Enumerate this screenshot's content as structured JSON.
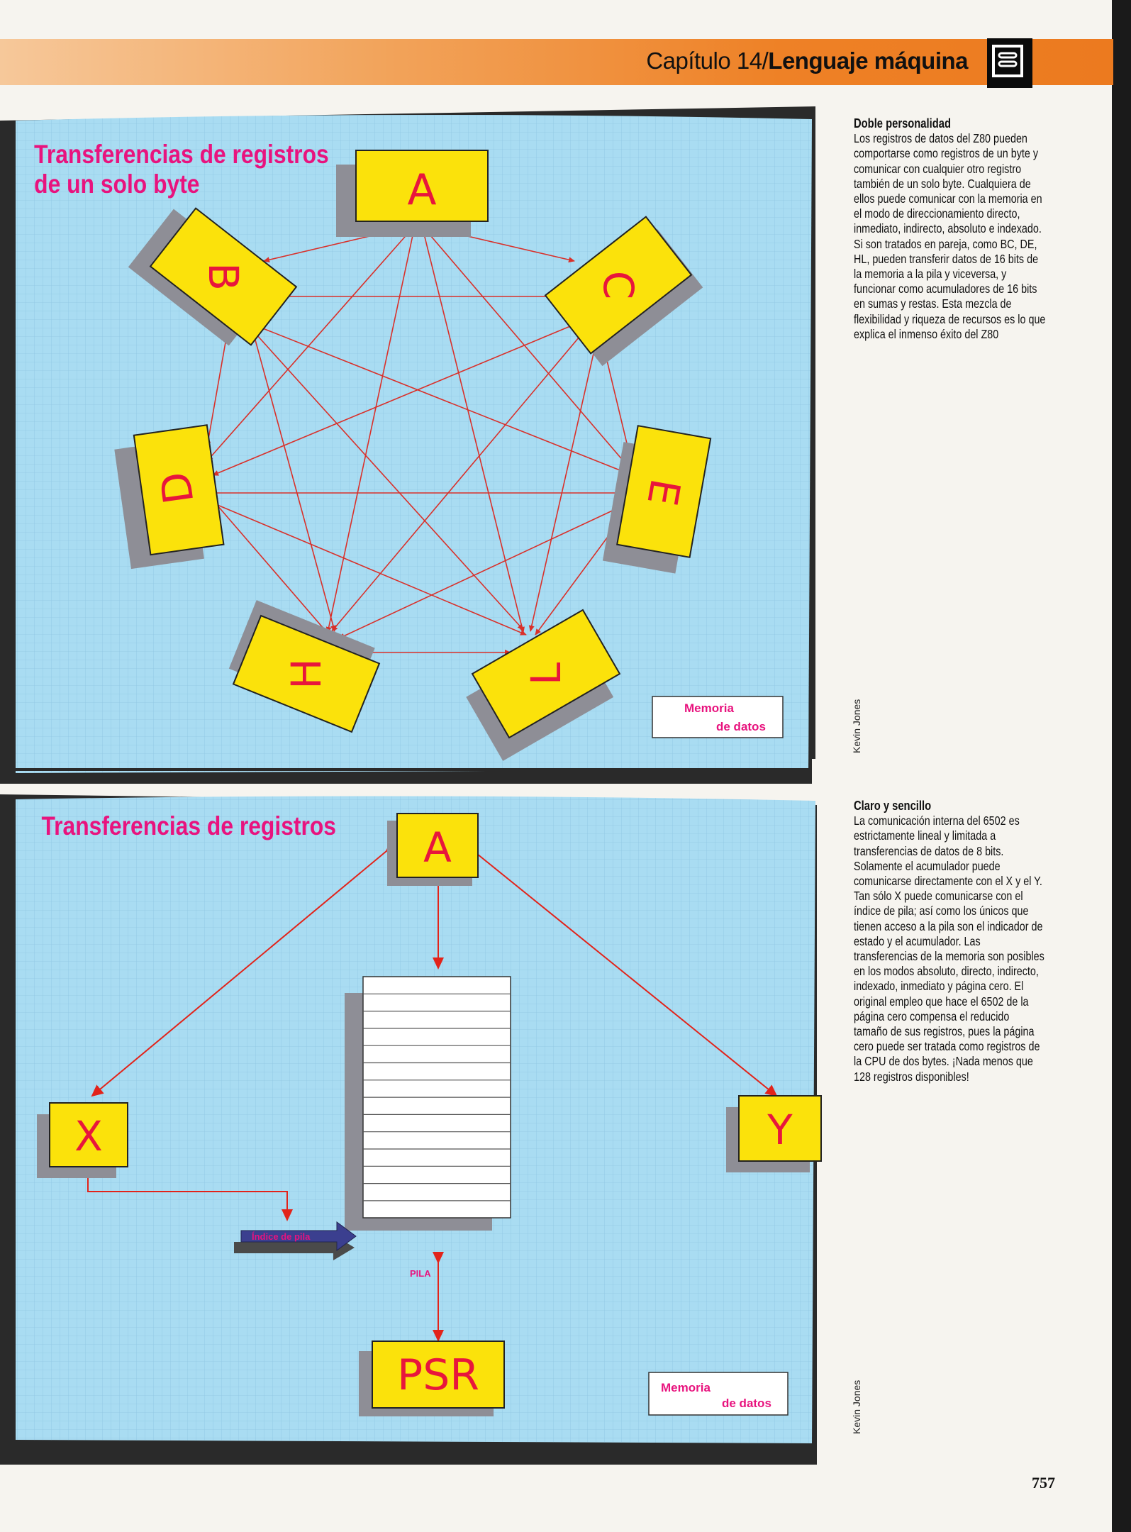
{
  "header": {
    "chapter": "Capítulo 14/",
    "title": "Lenguaje máquina",
    "icon": "chapter-icon"
  },
  "diagram_top": {
    "title_line1": "Transferencias de registros",
    "title_line2": "de un solo byte",
    "registers": [
      "A",
      "B",
      "C",
      "D",
      "E",
      "H",
      "L"
    ],
    "legend_line1": "Memoria",
    "legend_line2": "de datos"
  },
  "diagram_bottom": {
    "title": "Transferencias de registros",
    "registers": [
      "A",
      "X",
      "Y",
      "PSR"
    ],
    "stack_label": "PILA",
    "pointer_label": "Índice de pila",
    "legend_line1": "Memoria",
    "legend_line2": "de datos"
  },
  "sidebar_top": {
    "heading": "Doble personalidad",
    "body": "Los registros de datos del Z80 pueden comportarse como registros de un byte y comunicar con cualquier otro registro también de un solo byte. Cualquiera de ellos puede comunicar con la memoria en el modo de direccionamiento directo, inmediato, indirecto, absoluto e indexado. Si son tratados en pareja, como BC, DE, HL, pueden transferir datos de 16 bits de la memoria a la pila y viceversa, y funcionar como acumuladores de 16 bits en sumas y restas. Esta mezcla de flexibilidad y riqueza de recursos es lo que explica el inmenso éxito del Z80"
  },
  "sidebar_bottom": {
    "heading": "Claro y sencillo",
    "body": "La comunicación interna del 6502 es estrictamente lineal y limitada a transferencias de datos de 8 bits. Solamente el acumulador puede comunicarse directamente con el X y el Y. Tan sólo X puede comunicarse con el índice de pila; así como los únicos que tienen acceso a la pila son el indicador de estado y el acumulador. Las transferencias de la memoria son posibles en los modos absoluto, directo, indirecto, indexado, inmediato y página cero. El original empleo que hace el 6502 de la página cero compensa el reducido tamaño de sus registros, pues la página cero puede ser tratada como registros de la CPU de dos bytes. ¡Nada menos que 128 registros disponibles!"
  },
  "credits": {
    "top": "Kevin Jones",
    "bottom": "Kevin Jones"
  },
  "page_number": "757",
  "colors": {
    "panel_blue": "#a9dcf2",
    "grid_line": "#8fc6e3",
    "register_yellow": "#fbe20b",
    "arrow_red": "#d9302a",
    "title_magenta": "#e8137e",
    "header_orange": "#ee8126"
  }
}
